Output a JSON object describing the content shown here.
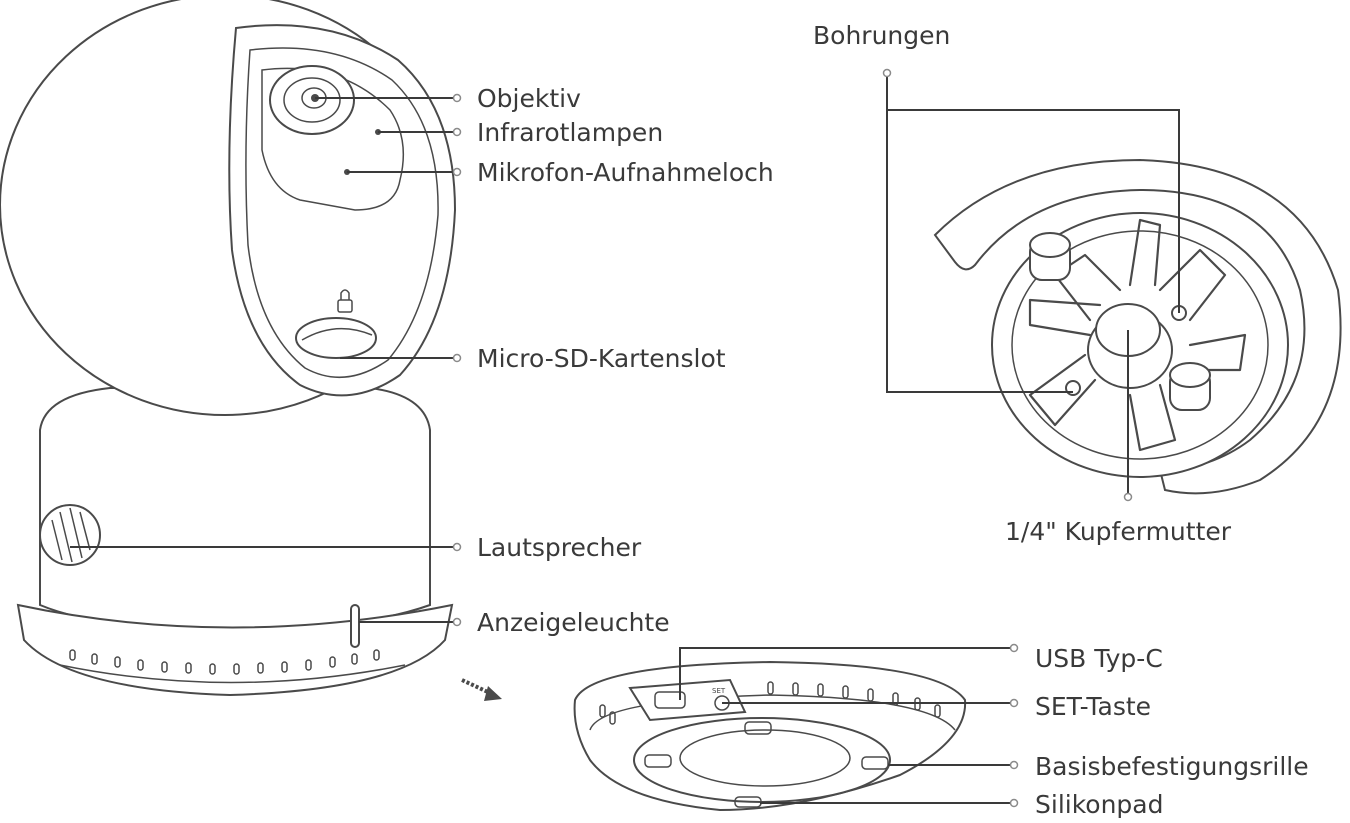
{
  "camera_labels": {
    "lens": "Objektiv",
    "ir_lamps": "Infrarotlampen",
    "microphone": "Mikrofon-Aufnahmeloch",
    "sd_slot": "Micro-SD-Kartenslot",
    "speaker": "Lautsprecher",
    "indicator": "Anzeigeleuchte"
  },
  "mount_labels": {
    "holes": "Bohrungen",
    "nut": "1/4\" Kupfermutter"
  },
  "base_labels": {
    "usb": "USB Typ-C",
    "set_button": "SET-Taste",
    "groove": "Basisbefestigungsrille",
    "pad": "Silikonpad"
  },
  "base_set_mark": "SET"
}
